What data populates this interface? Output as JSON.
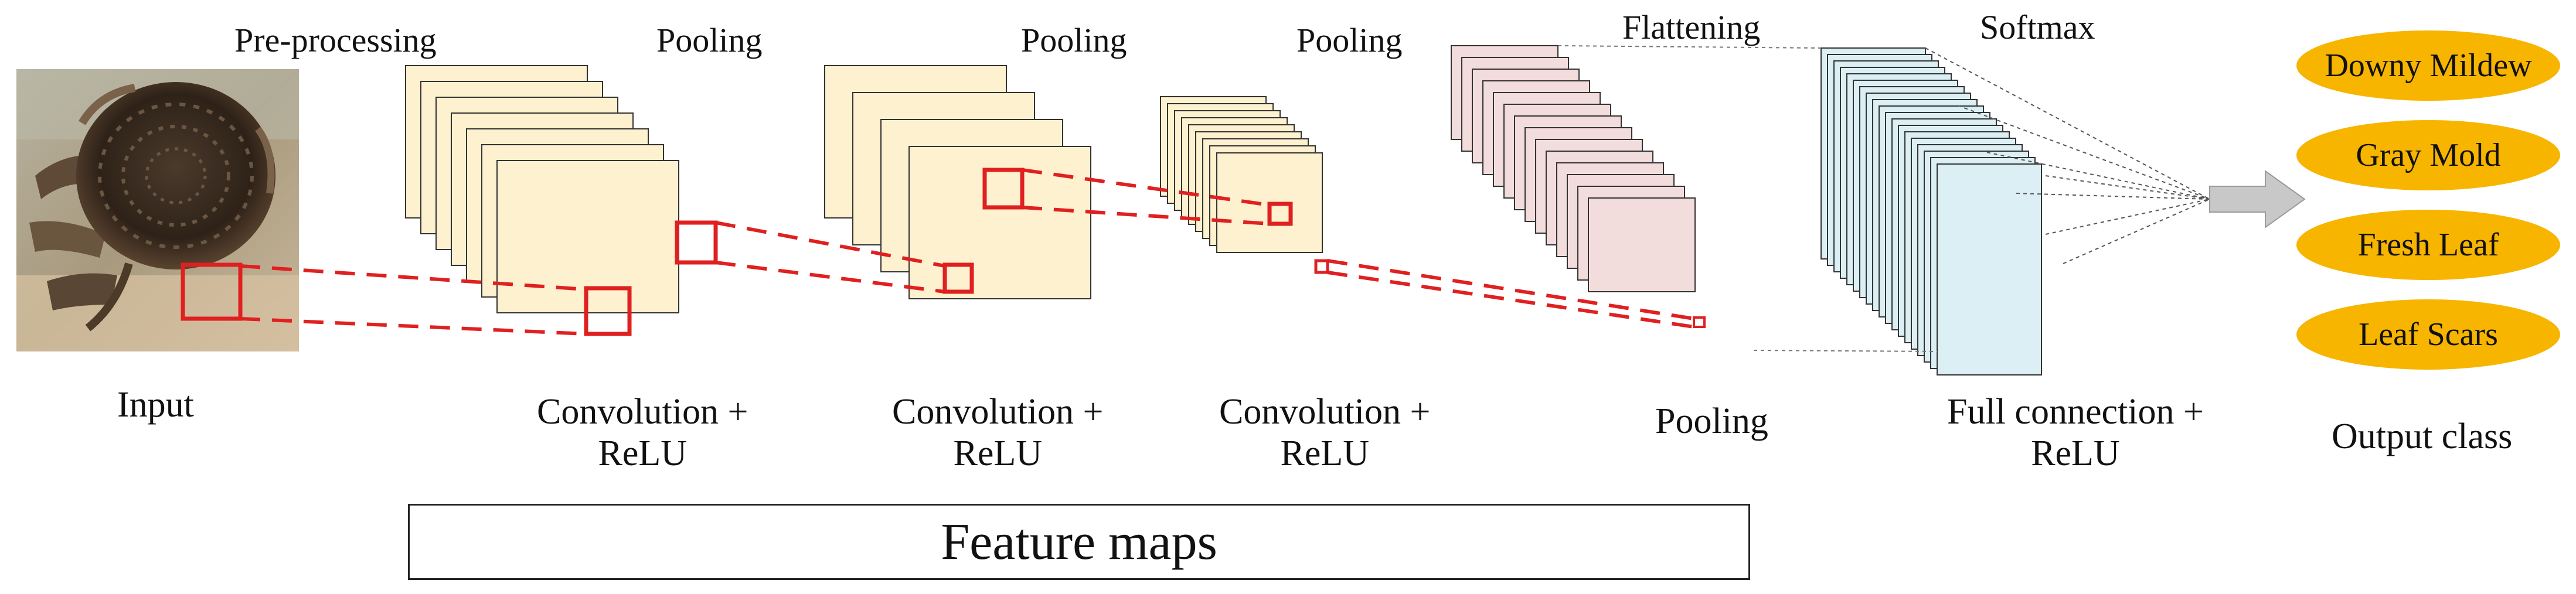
{
  "labels": {
    "preprocessing": "Pre-processing",
    "pooling": "Pooling",
    "flattening": "Flattening",
    "softmax": "Softmax",
    "input": "Input",
    "conv_relu_line1": "Convolution +",
    "relu": "ReLU",
    "pooling_bottom": "Pooling",
    "full_connection_line1": "Full connection +",
    "output_class": "Output class",
    "feature_maps": "Feature maps"
  },
  "output_classes": [
    "Downy Mildew",
    "Gray Mold",
    "Fresh Leaf",
    "Leaf Scars"
  ],
  "colors": {
    "conv_fill": "#fdf1cf",
    "pool_fill": "#f2dcdc",
    "fc_fill": "#dceff5",
    "highlight": "#e02020",
    "oval_fill": "#f7b500",
    "arrow_fill": "#c8c8c8"
  }
}
